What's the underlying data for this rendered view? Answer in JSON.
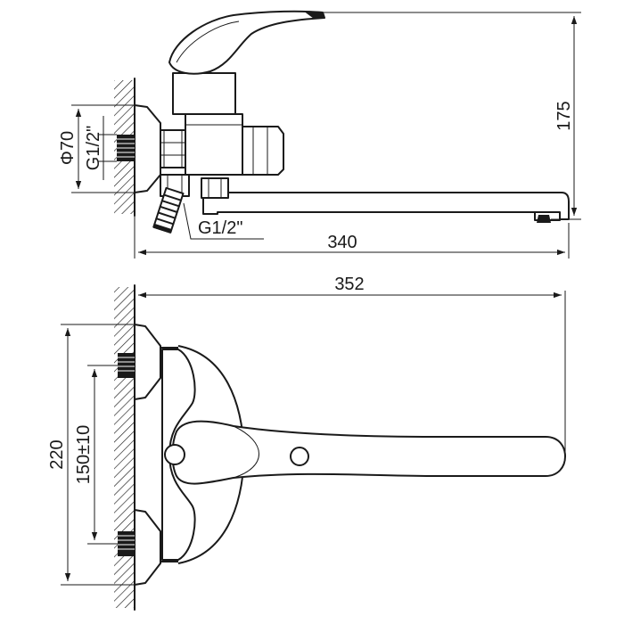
{
  "side_view": {
    "dim_height": "175",
    "dim_length": "340",
    "dim_flange": "Φ70",
    "dim_thread_inlet": "G1/2\"",
    "dim_thread_outlet": "G1/2\""
  },
  "front_view": {
    "dim_length": "352",
    "dim_height": "220",
    "dim_spacing": "150±10"
  },
  "colors": {
    "line": "#1a1a1a",
    "background": "#ffffff"
  }
}
